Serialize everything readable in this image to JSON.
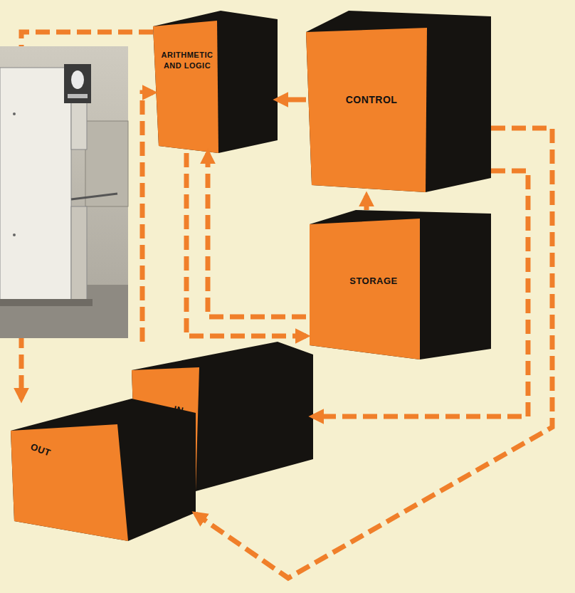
{
  "diagram": {
    "nodes": [
      {
        "text": [
          "ARITHMETIC AND LOGIC"
        ]
      },
      {
        "text": [
          "CONTROL"
        ]
      },
      {
        "text": [
          "STORAGE"
        ]
      },
      {
        "text": [
          "IN"
        ]
      },
      {
        "text": [
          "OUT"
        ]
      }
    ],
    "edges": [
      {
        "from": 1,
        "to": 0,
        "arrow": "to"
      },
      {
        "from": 2,
        "to": 1,
        "arrow": "to"
      },
      {
        "from": 0,
        "to": 4,
        "arrow": "to"
      },
      {
        "from": 0,
        "to": 2,
        "arrow": "to"
      },
      {
        "from": 2,
        "to": 0,
        "arrow": "to"
      },
      {
        "from": 3,
        "to": 0,
        "arrow": "to"
      },
      {
        "from": 1,
        "to": 3,
        "arrow": "to"
      },
      {
        "from": 1,
        "to": 4,
        "arrow": "to"
      }
    ]
  }
}
